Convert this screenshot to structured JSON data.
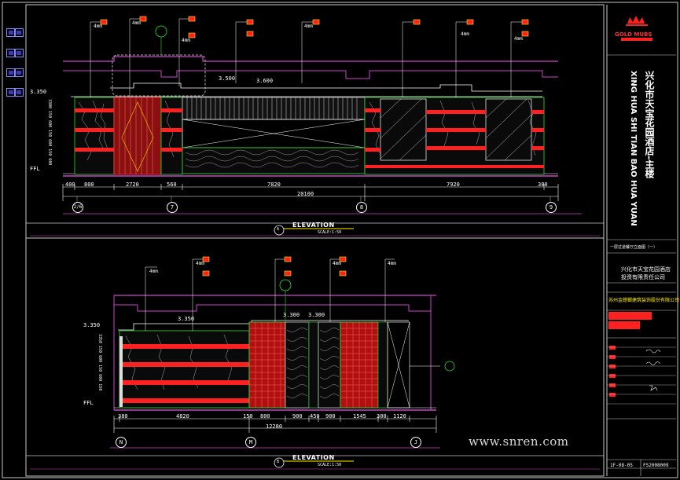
{
  "top_elevation": {
    "level_top": "3.350",
    "level_floor": "FFL",
    "ceiling_marks": [
      "3.500",
      "3.600"
    ],
    "left_height_stack": "3300 150 600 150 600 150 600",
    "dims_segments": [
      "400",
      "800",
      "2720",
      "560",
      "7820",
      "7920",
      "380"
    ],
    "dims_total": "20100",
    "grid_labels": [
      "2/6",
      "7",
      "8",
      "9"
    ],
    "title": "ELEVATION",
    "scale": "SCALE:1:50",
    "marker": "A",
    "tags": [
      "4mm",
      "4mm",
      "4mm",
      "4mm",
      "4mm",
      "4mm"
    ]
  },
  "bottom_elevation": {
    "level_top": "3.350",
    "level_floor": "FFL",
    "ceiling_marks": [
      "3.350",
      "3.300",
      "3.300"
    ],
    "left_height_stack": "3350 150 600 150 600 150",
    "dims_segments": [
      "380",
      "4820",
      "150",
      "800",
      "900",
      "450",
      "900",
      "1545",
      "300",
      "1120"
    ],
    "dims_total": "12280",
    "grid_labels": [
      "N",
      "M",
      "J"
    ],
    "title": "ELEVATION",
    "scale": "SCALE:1:50",
    "marker": "B",
    "tags": [
      "4mm",
      "4mm",
      "4mm",
      "4mm"
    ]
  },
  "title_block": {
    "logo_text": "GOLD MUBS",
    "project_pinyin": "XING HUA SHI TIAN BAO HUA YUAN",
    "project_cn": "兴化市天宝花园酒店-主楼",
    "drawing_title": "一层过道餐厅立面图（一）",
    "client_line1": "兴化市天宝花园酒店",
    "client_line2": "投资有限责任公司",
    "designer": "苏州金螳螂建筑装饰股份有限公司",
    "sheet_no": "1F-08-05",
    "drawing_code": "FS2008009"
  },
  "watermark": "www.snren.com",
  "colors": {
    "background": "#000000",
    "border": "#c8c8c8",
    "red": "#ff2020",
    "magenta": "#cc44cc",
    "green": "#33dd33",
    "yellow": "#ffee00"
  }
}
